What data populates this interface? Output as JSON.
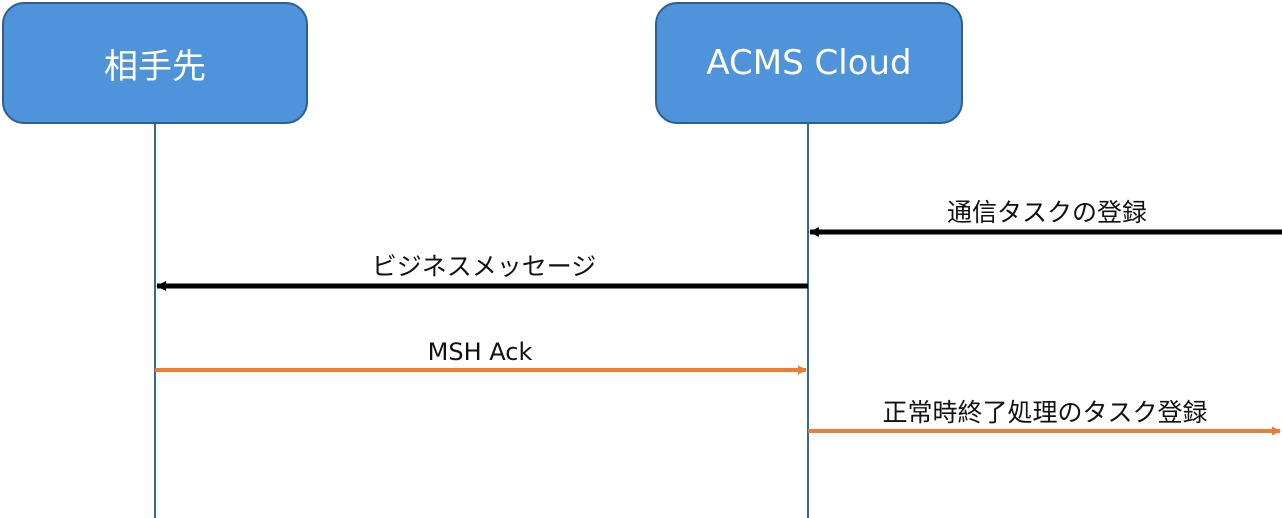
{
  "actors": {
    "left": "相手先",
    "right": "ACMS Cloud"
  },
  "messages": [
    {
      "label": "通信タスクの登録",
      "direction": "into-right-lifeline",
      "color": "#000000"
    },
    {
      "label": "ビジネスメッセージ",
      "direction": "right-to-left",
      "color": "#000000"
    },
    {
      "label": "MSH Ack",
      "direction": "left-to-right",
      "color": "#ed7d31"
    },
    {
      "label": "正常時終了処理のタスク登録",
      "direction": "out-of-right-lifeline",
      "color": "#ed7d31"
    }
  ],
  "colors": {
    "actor_fill": "#4f94db",
    "actor_border": "#2f5f8f",
    "lifeline": "#2e6b8f",
    "black_arrow": "#000000",
    "orange_arrow": "#ed7d31"
  }
}
